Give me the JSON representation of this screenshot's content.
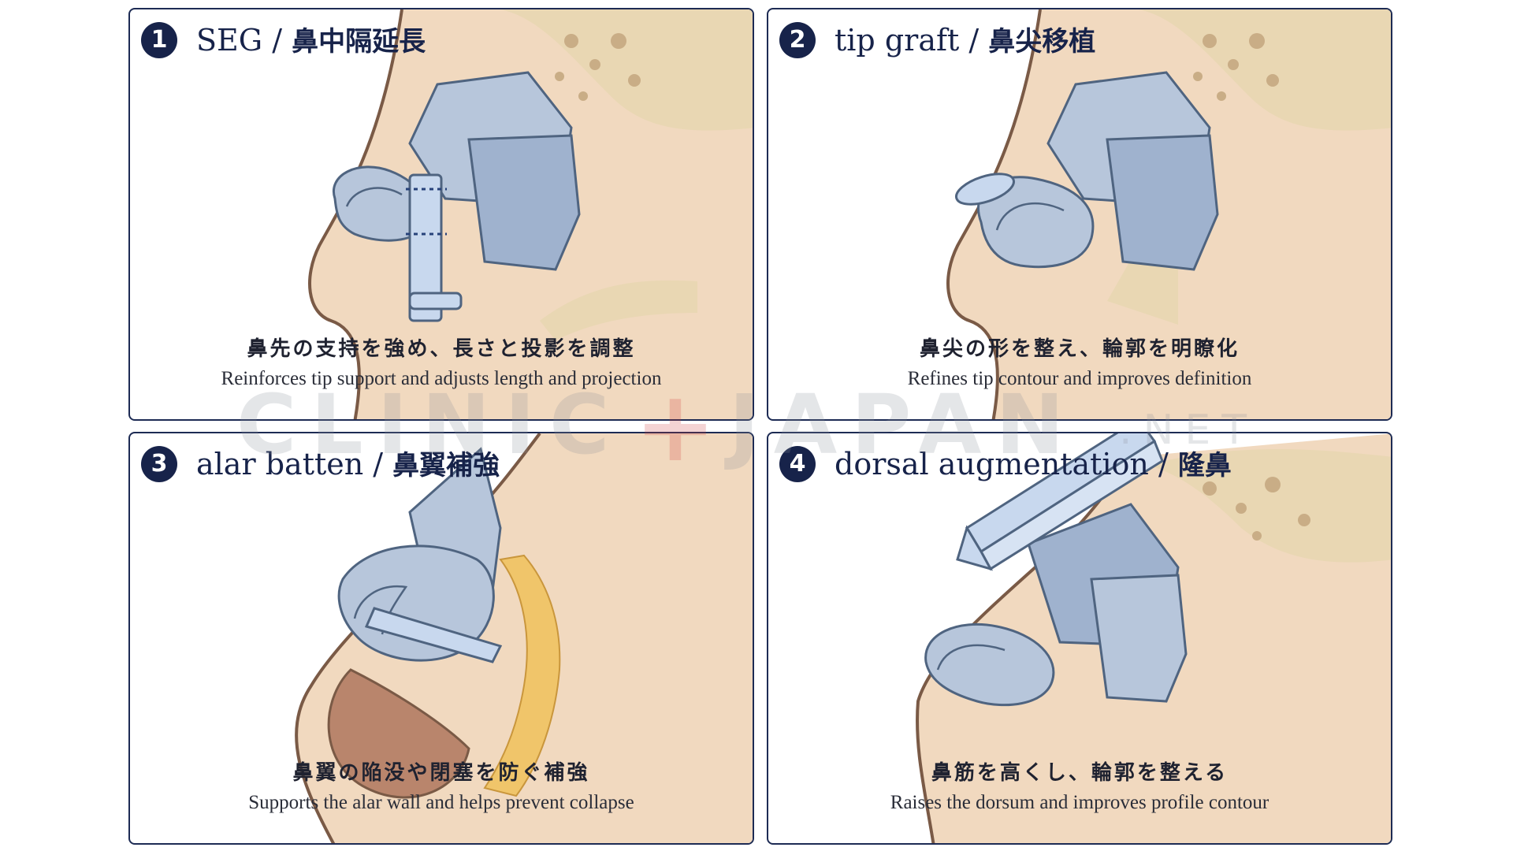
{
  "panels": [
    {
      "number": "1",
      "title_en": "SEG / ",
      "title_jp": "鼻中隔延長",
      "caption_jp": "鼻先の支持を強め、長さと投影を調整",
      "caption_en": "Reinforces tip support and adjusts length and projection"
    },
    {
      "number": "2",
      "title_en": "tip graft / ",
      "title_jp": "鼻尖移植",
      "caption_jp": "鼻尖の形を整え、輪郭を明瞭化",
      "caption_en": "Refines tip contour and improves definition"
    },
    {
      "number": "3",
      "title_en": "alar batten / ",
      "title_jp": "鼻翼補強",
      "caption_jp": "鼻翼の陥没や閉塞を防ぐ補強",
      "caption_en": "Supports the alar wall and helps prevent collapse"
    },
    {
      "number": "4",
      "title_en": "dorsal augmentation / ",
      "title_jp": "隆鼻",
      "caption_jp": "鼻筋を高くし、輪郭を整える",
      "caption_en": "Raises the dorsum and improves profile contour"
    }
  ],
  "watermark": {
    "part1": "CLINIC",
    "plus": "+",
    "part2": "JAPAN",
    "part3": ".NET"
  },
  "colors": {
    "frame": "#1d2b54",
    "badge": "#17234a",
    "cartilage": "#b7c6db",
    "implant": "#c8d8ee",
    "skin": "#f1d9bf",
    "bone": "#e9d7b3",
    "watermark_plus": "#d23a3a"
  }
}
